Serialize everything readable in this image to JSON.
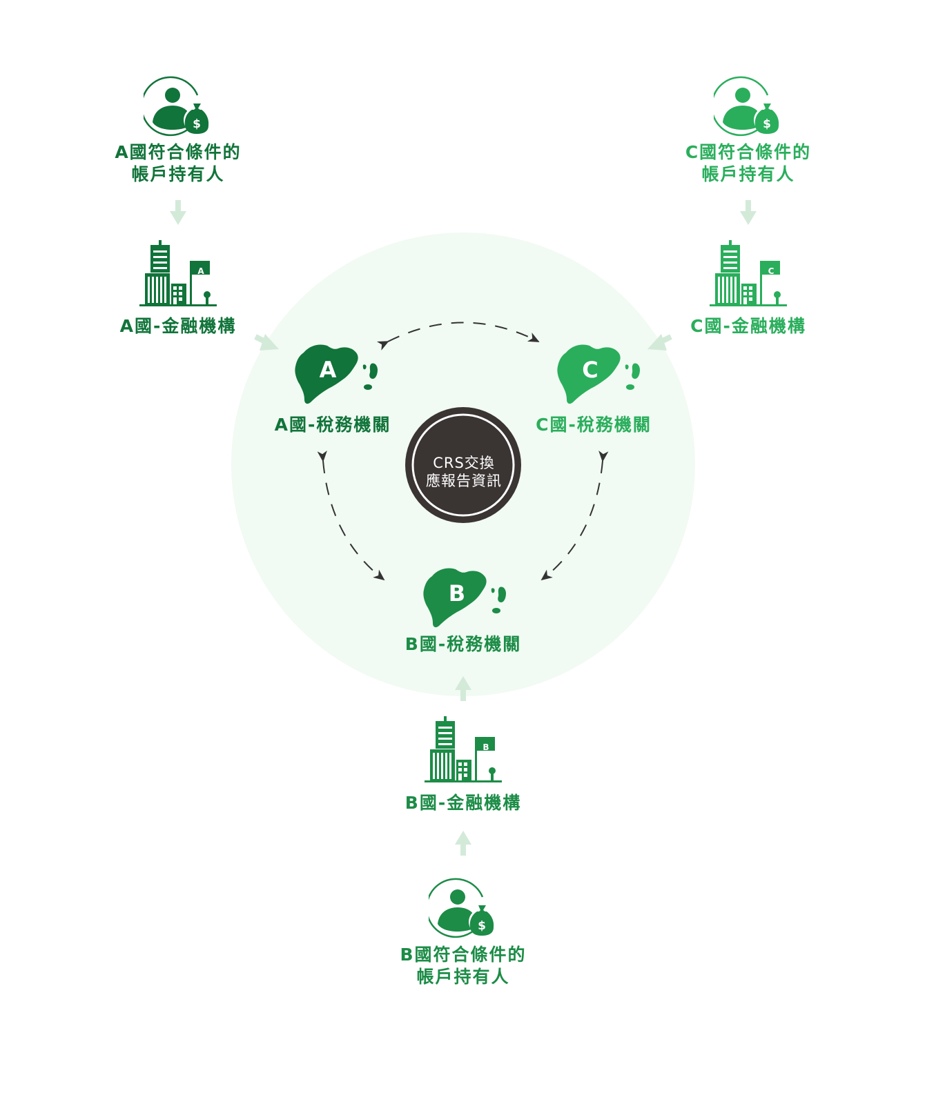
{
  "center": {
    "line1": "CRS交換",
    "line2": "應報告資訊"
  },
  "nodes": {
    "a": {
      "holder_line1": "A國符合條件的",
      "holder_line2": "帳戶持有人",
      "bank_label": "A國-金融機構",
      "bank_flag": "A",
      "tax_label": "A國-稅務機關",
      "tax_letter": "A",
      "color": "#11743a"
    },
    "b": {
      "holder_line1": "B國符合條件的",
      "holder_line2": "帳戶持有人",
      "bank_label": "B國-金融機構",
      "bank_flag": "B",
      "tax_label": "B國-稅務機關",
      "tax_letter": "B",
      "color": "#1c8c47"
    },
    "c": {
      "holder_line1": "C國符合條件的",
      "holder_line2": "帳戶持有人",
      "bank_label": "C國-金融機構",
      "bank_flag": "C",
      "tax_label": "C國-稅務機關",
      "tax_letter": "C",
      "color": "#2aae5c"
    }
  },
  "icons": {
    "holder": "account-holder-money-icon",
    "bank": "financial-institution-building-icon",
    "tax": "tax-authority-map-icon"
  },
  "colors": {
    "circle_bg": "#f1faf3",
    "arrow_light": "#d3ead9",
    "center_bg": "#3a3433",
    "dashed": "#333333"
  }
}
